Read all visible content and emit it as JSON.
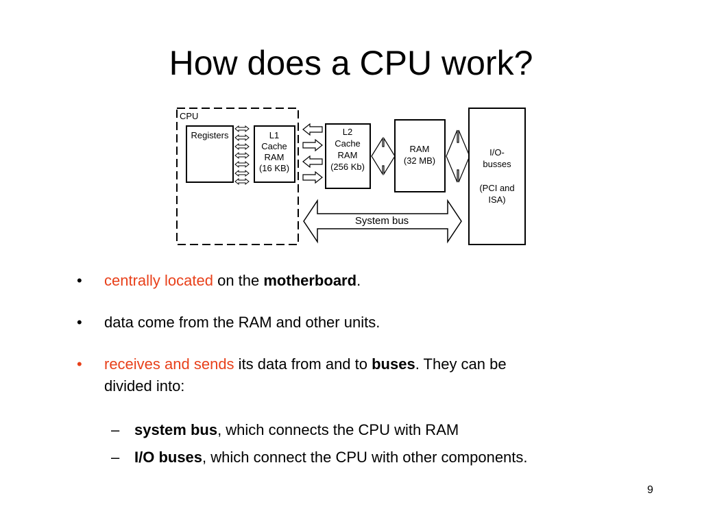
{
  "slide": {
    "title": "How does a CPU work?",
    "page_number": "9"
  },
  "diagram": {
    "cpu_label": "CPU",
    "registers_label": "Registers",
    "l1": [
      "L1",
      "Cache",
      "RAM",
      "(16 KB)"
    ],
    "l2": [
      "L2",
      "Cache",
      "RAM",
      "(256 Kb)"
    ],
    "ram": [
      "RAM",
      "(32 MB)"
    ],
    "io": [
      "I/O-",
      "busses",
      "",
      "(PCI and",
      "ISA)"
    ],
    "system_bus_label": "System bus"
  },
  "bullets": [
    {
      "marker": "•",
      "parts": [
        {
          "text": "centrally located",
          "style": "red"
        },
        {
          "text": " on the ",
          "style": "normal"
        },
        {
          "text": "motherboard",
          "style": "bold"
        },
        {
          "text": ".",
          "style": "normal"
        }
      ]
    },
    {
      "marker": "•",
      "parts": [
        {
          "text": "data come from the RAM and other units.",
          "style": "normal"
        }
      ]
    },
    {
      "marker": "•",
      "marker_color": "#e8401a",
      "line1": [
        {
          "text": "receives and sends",
          "style": "red"
        },
        {
          "text": " its data from and to ",
          "style": "normal"
        },
        {
          "text": "buses",
          "style": "bold"
        },
        {
          "text": ". They can be",
          "style": "normal"
        }
      ],
      "line2": "divided into:"
    }
  ],
  "sub_bullets": [
    {
      "marker": "–",
      "bold": "system bus",
      "rest": ", which connects the CPU with RAM"
    },
    {
      "marker": "–",
      "bold": "I/O buses",
      "rest": ", which connect the CPU with other components."
    }
  ]
}
